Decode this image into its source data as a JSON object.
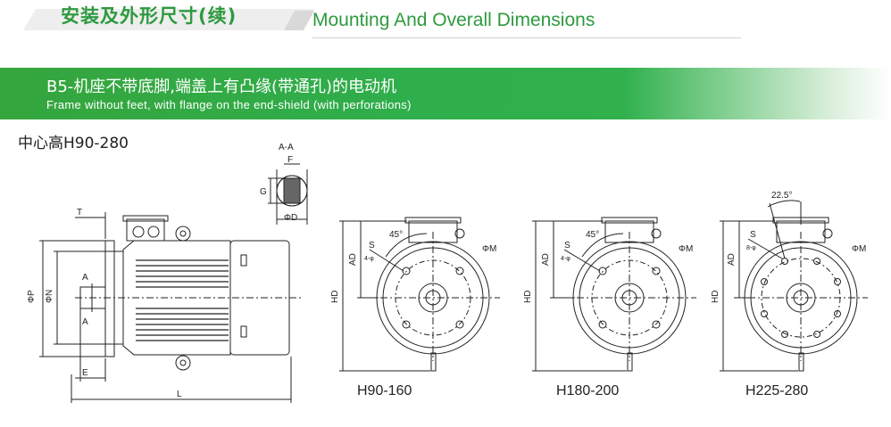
{
  "header": {
    "title_cn": "安装及外形尺寸(续)",
    "title_en": "Mounting And Overall Dimensions"
  },
  "section": {
    "title_cn": "B5-机座不带底脚,端盖上有凸缘(带通孔)的电动机",
    "title_en": "Frame without feet, with flange on the end-shield (with perforations)"
  },
  "subtitle": "中心高H90-280",
  "section_view": {
    "label": "A-A",
    "dims": {
      "F": "F",
      "G": "G",
      "D": "ΦD"
    }
  },
  "side_view": {
    "dims": {
      "T": "T",
      "P": "ΦP",
      "N": "ΦN",
      "A_top": "A",
      "A_bottom": "A",
      "E": "E",
      "L": "L"
    }
  },
  "flange_views": [
    {
      "caption": "H90-160",
      "AD": "AD",
      "HD": "HD",
      "S": "S",
      "S_sub": "4-φ",
      "angle": "45°",
      "M": "ΦM"
    },
    {
      "caption": "H180-200",
      "AD": "AD",
      "HD": "HD",
      "S": "S",
      "S_sub": "4-φ",
      "angle": "45°",
      "M": "ΦM"
    },
    {
      "caption": "H225-280",
      "AD": "AD",
      "HD": "HD",
      "S": "S",
      "S_sub": "8-φ",
      "angle": "22.5°",
      "M": "ΦM"
    }
  ],
  "colors": {
    "brand_green": "#2e9a3f",
    "band_green": "#30b14c"
  }
}
